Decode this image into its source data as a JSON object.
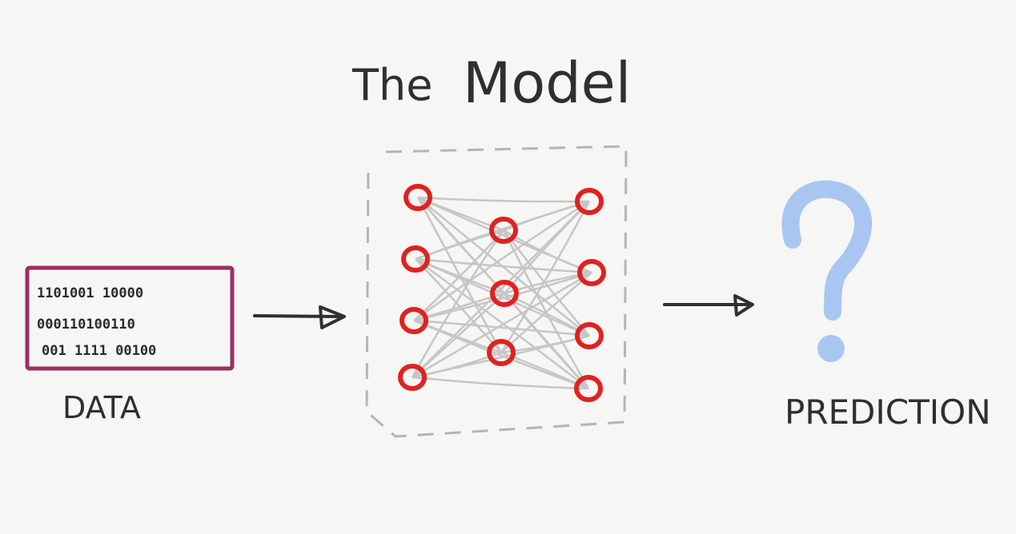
{
  "title": {
    "word1": "The",
    "word2": "Model"
  },
  "data_box": {
    "lines": [
      "1101001 10000",
      "000110100110",
      "001 1111 00100"
    ],
    "label": "DATA"
  },
  "prediction": {
    "symbol": "?",
    "label": "PREDICTION"
  },
  "colors": {
    "background": "#f6f6f4",
    "ink": "#2f2f2f",
    "data_box_border": "#9b2f5e",
    "neuron": "#e0221f",
    "connection": "#c6c6c6",
    "model_border": "#b5b5b5",
    "question_mark": "#a9c6f2"
  },
  "icons": {
    "neuron": "circle-node-icon",
    "arrow": "arrow-right-icon",
    "question": "question-mark-icon"
  }
}
